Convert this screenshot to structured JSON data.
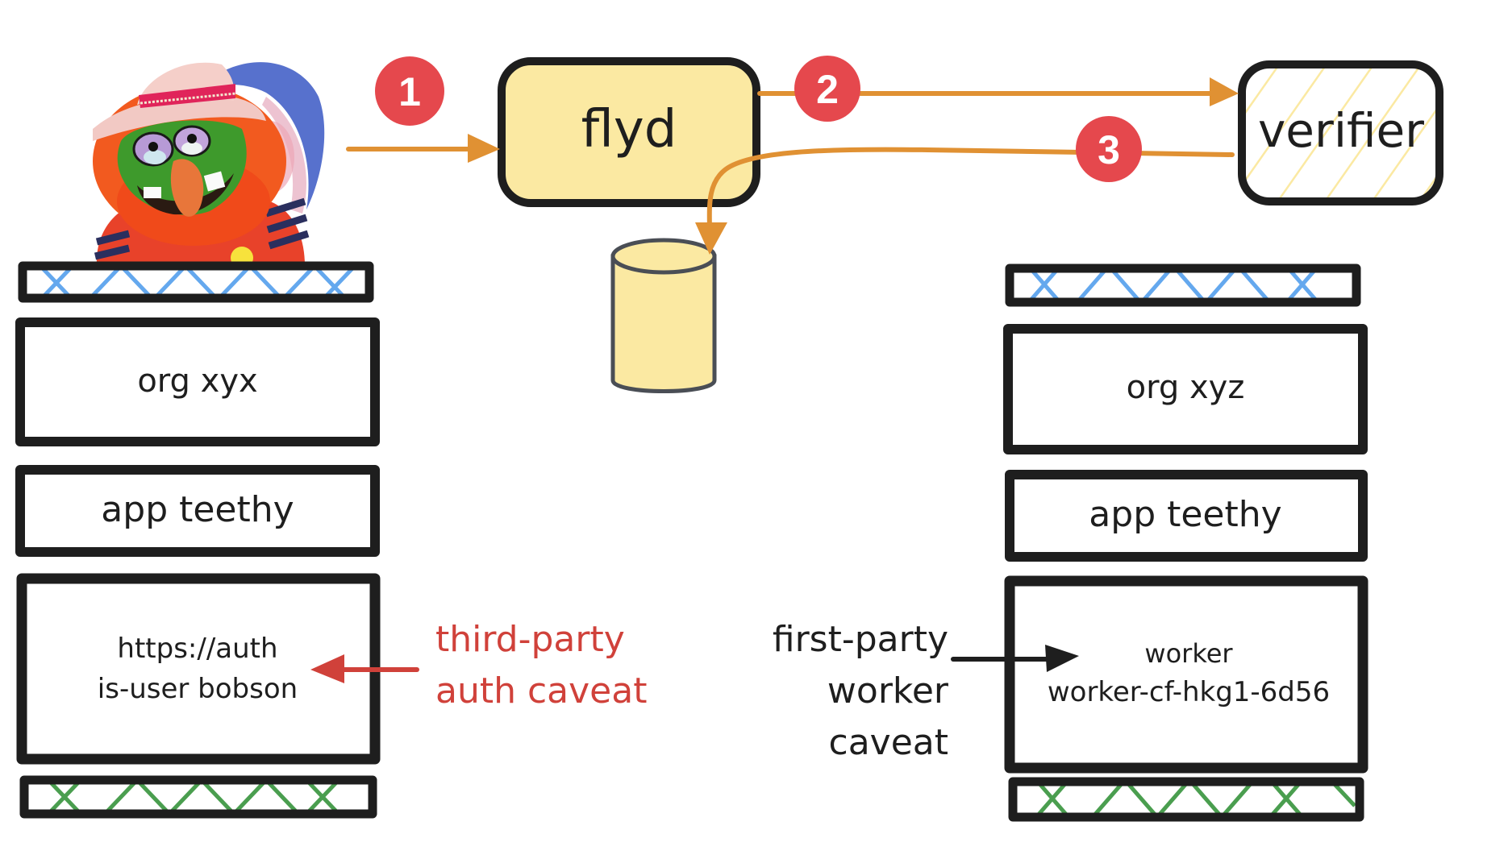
{
  "colors": {
    "ink": "#1e1e1e",
    "arrow_orange": "#e09133",
    "badge_red": "#e5484d",
    "caveat_red": "#d0413a",
    "yellow_fill": "#fbe9a2",
    "pink_fill": "#f5c9c9",
    "band_blue": "#64a8ee",
    "band_green": "#4a9e4f",
    "cylinder_stroke": "#4a4e55"
  },
  "mascot": {
    "icon": "muppet-mascot-image"
  },
  "flow": {
    "steps": [
      {
        "number": "1"
      },
      {
        "number": "2"
      },
      {
        "number": "3"
      }
    ],
    "nodes": {
      "flyd": "flyd",
      "verifier": "verifier",
      "database": {
        "icon": "database-cylinder-icon"
      }
    }
  },
  "left_token": {
    "org": "org xyx",
    "app": "app teethy",
    "caveat_lines": [
      "https://auth",
      "is-user bobson"
    ]
  },
  "right_token": {
    "org": "org xyz",
    "app": "app teethy",
    "caveat_lines": [
      "worker",
      "worker-cf-hkg1-6d56"
    ]
  },
  "annotations": {
    "third_party": [
      "third-party",
      "auth caveat"
    ],
    "first_party": [
      "first-party",
      "worker",
      "caveat"
    ]
  }
}
